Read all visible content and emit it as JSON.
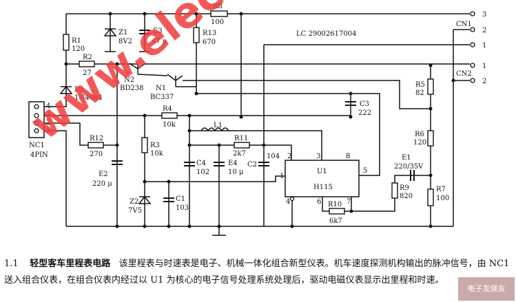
{
  "labels": {
    "R1": "R1",
    "R1v": "120",
    "R2": "R2",
    "R2v": "27",
    "R3": "R3",
    "R3v": "10k",
    "R4": "R4",
    "R4v": "10k",
    "R5": "R5",
    "R5v": "82",
    "R6": "R6",
    "R6v": "120",
    "R7": "R7",
    "R7v": "100",
    "R8": "R8",
    "R8v": "100",
    "R9": "R9",
    "R9v": "820",
    "R10": "R10",
    "R10v": "6k7",
    "R11": "R11",
    "R11v": "2k7",
    "R12": "R12",
    "R12v": "270",
    "R13": "R13",
    "R13v": "670",
    "Z1": "Z1",
    "Z1v": "8V2",
    "Z2": "Z2",
    "Z2v": "7V5",
    "E1": "E1",
    "E1v": "220/35V",
    "E2": "E2",
    "E2v": "220 μ",
    "E3": "E3",
    "E3v": "47 μ",
    "E4": "E4",
    "E4v": "10 μ",
    "C1": "C1",
    "C1v": "103",
    "C2": "C2",
    "C2v": "104",
    "C3": "C3",
    "C3v": "222",
    "C4": "C4",
    "C4v": "102",
    "D1": "D1",
    "D1v": "1N4004",
    "N1": "N1",
    "N1v": "BC337",
    "N2": "N2",
    "N2v": "BD238",
    "L1": "L1",
    "U1": "U1",
    "U1v": "H115",
    "NC1": "NC1",
    "NC1v": "4PIN",
    "CN1": "CN1",
    "CN2": "CN2",
    "LC": "LC   29002617004",
    "p1": "1",
    "p2": "2",
    "p3": "3",
    "p4": "4",
    "p5": "5",
    "p6": "6",
    "p7": "7",
    "p8": "8"
  },
  "caption": {
    "number": "1.1",
    "title": "轻型客车里程表电路",
    "body": "该里程表与时速表是电子、机械一体化组合新型仪表。机车速度探测机构输出的脉冲信号，由 NC1 送入组合仪表，在组合仪表内经过以 U1 为核心的电子信号处理系统处理后，驱动电磁仪表显示出里程和时速。"
  },
  "watermark": "www.elecfans.com",
  "logo": "电子发烧友 elecfans.com"
}
